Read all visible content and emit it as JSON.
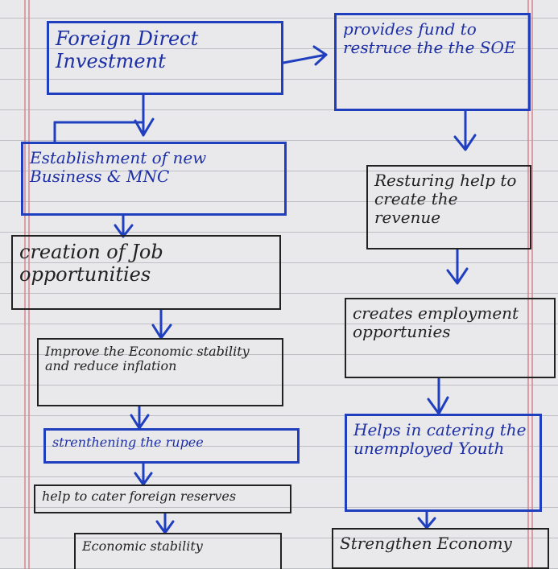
{
  "left_column": {
    "fdi": "Foreign Direct Investment",
    "establishment": "Establishment of new Business & MNC",
    "job": "creation of Job opportunities",
    "improve": "Improve the Economic stability and reduce inflation",
    "rupee": "strenthening the rupee",
    "reserves": "help to cater foreign reserves",
    "stability": "Economic stability"
  },
  "right_column": {
    "soe": "provides fund to restruce the the SOE",
    "revenue": "Resturing help to create the revenue",
    "employment": "creates employment opportunies",
    "unemployed": "Helps in catering the unemployed Youth",
    "economy": "Strengthen Economy"
  },
  "colors": {
    "ink_blue": "#1f3fbf",
    "ink_black": "#222222",
    "paper": "#e9e9ec",
    "margin_line": "#d98a95"
  }
}
